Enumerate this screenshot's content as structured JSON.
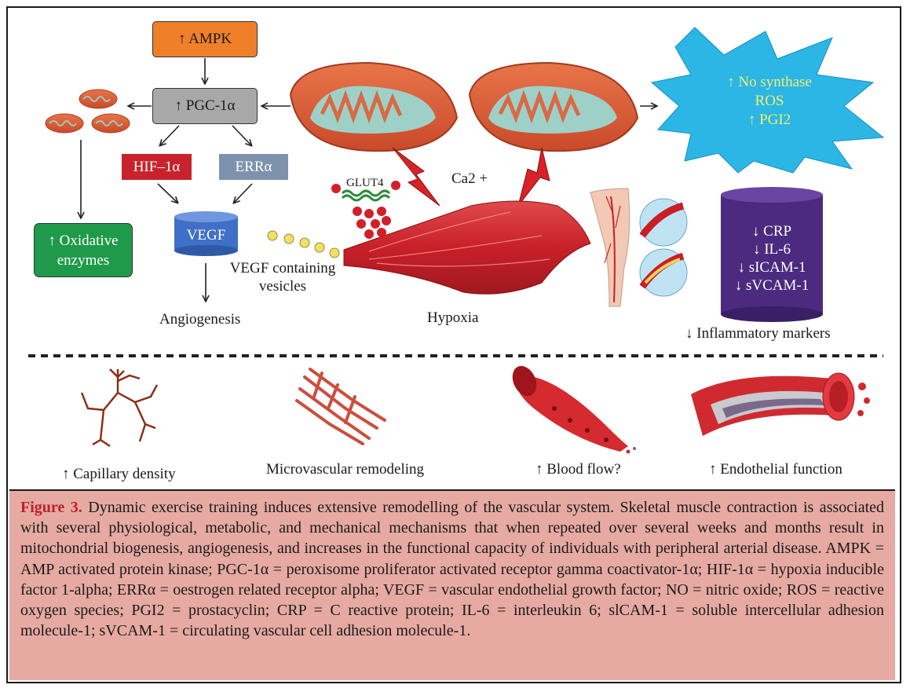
{
  "figure": {
    "nodes": {
      "ampk": "↑ AMPK",
      "pgc": "↑ PGC-1α",
      "hif": "HIF–1α",
      "err": "ERRα",
      "vegf": "VEGF",
      "oxidative": "↑ Oxidative enzymes",
      "angiogenesis": "Angiogenesis",
      "glut4": "GLUT4",
      "ca2": "Ca2 +",
      "vegf_vesicles": "VEGF containing vesicles",
      "hypoxia": "Hypoxia",
      "star_lines": [
        "↑ No synthase",
        "ROS",
        "↑ PGI2"
      ],
      "cylinder_lines": [
        "↓ CRP",
        "↓ IL-6",
        "↓ sICAM-1",
        "↓ sVCAM-1"
      ],
      "inflammatory": "↓ Inflammatory markers"
    },
    "bottom": {
      "capillary": "↑ Capillary density",
      "microvascular": "Microvascular remodeling",
      "bloodflow": "↑ Blood flow?",
      "endothelial": "↑ Endothelial function"
    },
    "colors": {
      "ampk": "#f07f2a",
      "pgc": "#a8a8a8",
      "hif": "#c8232c",
      "err": "#7f92ad",
      "vegf": "#3f6fc6",
      "oxidative": "#1f9a4a",
      "star": "#2bb6e6",
      "star_text": "#f4ee6a",
      "cylinder": "#4b2a7f",
      "caption_bg": "#e6aaa2",
      "caption_label": "#c0202a"
    }
  },
  "caption": {
    "label": "Figure 3.",
    "text": "Dynamic exercise training induces extensive remodelling of the vascular system. Skeletal muscle contraction is associated with several physiological, metabolic, and mechanical mechanisms that when repeated over several weeks and months result in mitochondrial biogenesis, angiogenesis, and increases in the functional capacity of individuals with peripheral arterial disease. AMPK = AMP activated protein kinase; PGC-1α = peroxisome proliferator activated receptor gamma coactivator-1α; HIF-1α = hypoxia inducible factor 1-alpha; ERRα = oestrogen related receptor alpha; VEGF = vascular endothelial growth factor; NO = nitric oxide; ROS = reactive oxygen species; PGI2 = prostacyclin; CRP = C reactive protein; IL-6 = interleukin 6; slCAM-1 = soluble intercellular adhesion molecule-1; sVCAM-1 = circulating vascular cell adhesion molecule-1."
  }
}
